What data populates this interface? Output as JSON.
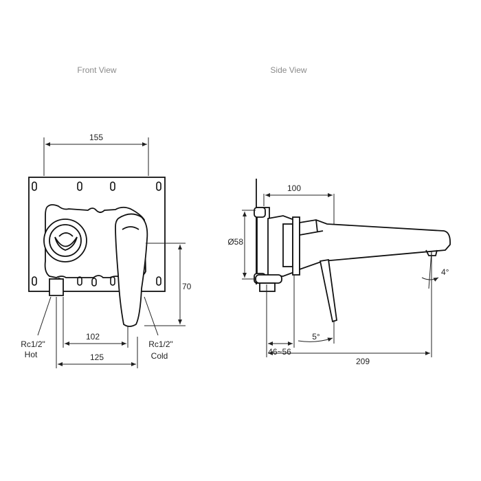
{
  "views": {
    "front_title": "Front View",
    "side_title": "Side View"
  },
  "front": {
    "dim_width": "155",
    "dim_height": "70",
    "dim_hot_to_handle": "102",
    "dim_centres": "125",
    "hot_label_thread": "Rc1/2\"",
    "hot_label_name": "Hot",
    "cold_label_thread": "Rc1/2\"",
    "cold_label_name": "Cold"
  },
  "side": {
    "dim_spout_base": "100",
    "dim_diameter": "Ø58",
    "dim_angle_spout": "4°",
    "dim_angle_handle": "5°",
    "dim_wall_depth": "46~56",
    "dim_total_length": "209"
  },
  "colors": {
    "line": "#111111",
    "title": "#8a8a8a"
  }
}
